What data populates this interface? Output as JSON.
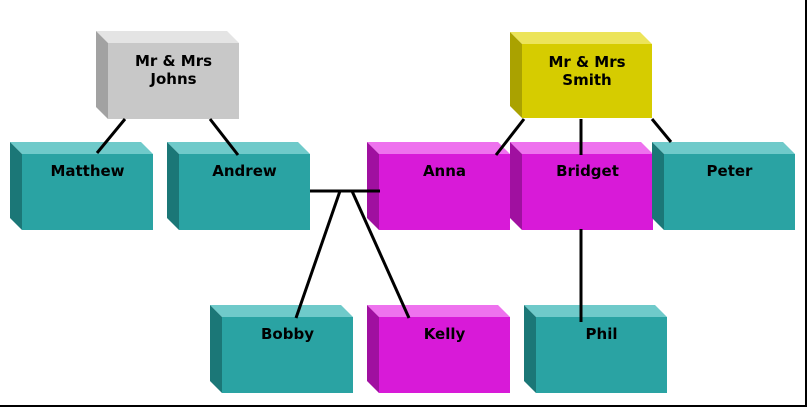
{
  "colors": {
    "grey": {
      "front": "#c8c8c8",
      "top": "#e4e4e4",
      "side": "#a2a2a2"
    },
    "yellow": {
      "front": "#d6cc00",
      "top": "#ece45a",
      "side": "#aaa200"
    },
    "teal": {
      "front": "#2aa3a3",
      "top": "#6fcaca",
      "side": "#1b7777"
    },
    "magenta": {
      "front": "#d81ad8",
      "top": "#ee72ee",
      "side": "#a010a0"
    }
  },
  "nodes": [
    {
      "id": "johns",
      "lines": [
        "Mr & Mrs",
        "Johns"
      ],
      "color": "grey"
    },
    {
      "id": "smith",
      "lines": [
        "Mr & Mrs",
        "Smith"
      ],
      "color": "yellow"
    },
    {
      "id": "matthew",
      "lines": [
        "Matthew"
      ],
      "color": "teal"
    },
    {
      "id": "andrew",
      "lines": [
        "Andrew"
      ],
      "color": "teal"
    },
    {
      "id": "anna",
      "lines": [
        "Anna"
      ],
      "color": "magenta"
    },
    {
      "id": "bridget",
      "lines": [
        "Bridget"
      ],
      "color": "magenta"
    },
    {
      "id": "peter",
      "lines": [
        "Peter"
      ],
      "color": "teal"
    },
    {
      "id": "bobby",
      "lines": [
        "Bobby"
      ],
      "color": "teal"
    },
    {
      "id": "kelly",
      "lines": [
        "Kelly"
      ],
      "color": "magenta"
    },
    {
      "id": "phil",
      "lines": [
        "Phil"
      ],
      "color": "teal"
    }
  ]
}
